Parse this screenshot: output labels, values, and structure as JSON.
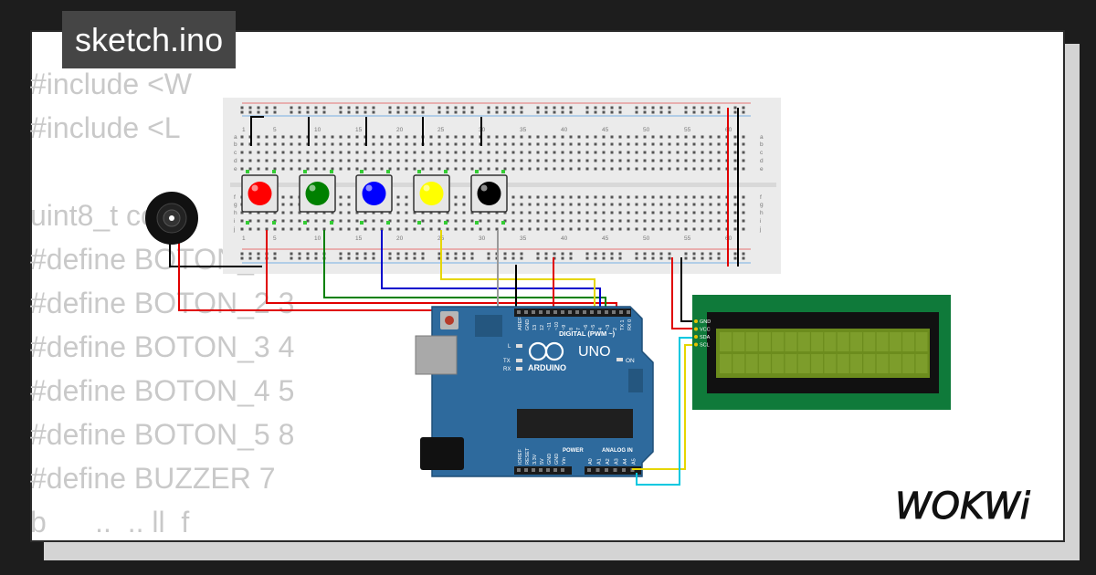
{
  "title": "sketch.ino",
  "code_lines": [
    "#include <W",
    "#include <L",
    "",
    "uint8_t cont",
    "#define BOTON_1 2",
    "#define BOTON_2 3",
    "#define BOTON_3 4",
    "#define BOTON_4 5",
    "#define BOTON_5 8",
    "#define BUZZER 7",
    "b      ..  .. ll  f"
  ],
  "breadboard": {
    "column_numbers": [
      "1",
      "5",
      "10",
      "15",
      "20",
      "25",
      "30",
      "35",
      "40",
      "45",
      "50",
      "55",
      "60"
    ],
    "row_letters_top": [
      "a",
      "b",
      "c",
      "d",
      "e"
    ],
    "row_letters_bottom": [
      "f",
      "g",
      "h",
      "i",
      "j"
    ]
  },
  "buttons": [
    {
      "color": "#ff0000"
    },
    {
      "color": "#008000"
    },
    {
      "color": "#0000ff"
    },
    {
      "color": "#ffff00"
    },
    {
      "color": "#000000"
    }
  ],
  "arduino": {
    "brand": "ARDUINO",
    "model": "UNO",
    "digital_label": "DIGITAL (PWM ~)",
    "analog_label": "ANALOG IN",
    "power_label": "POWER",
    "on_label": "ON",
    "led_labels": [
      "L",
      "TX",
      "RX"
    ],
    "top_pins": [
      "AREF",
      "GND",
      "13",
      "12",
      "~11",
      "~10",
      "~9",
      "8",
      "7",
      "~6",
      "~5",
      "4",
      "~3",
      "2",
      "TX 1",
      "RX 0"
    ],
    "bottom_pins": [
      "IOREF",
      "RESET",
      "3.3V",
      "5V",
      "GND",
      "GND",
      "Vin",
      "A0",
      "A1",
      "A2",
      "A3",
      "A4",
      "A5"
    ]
  },
  "lcd": {
    "pins": [
      "GND",
      "VCC",
      "SDA",
      "SCL"
    ]
  },
  "logo": "WOKWi"
}
